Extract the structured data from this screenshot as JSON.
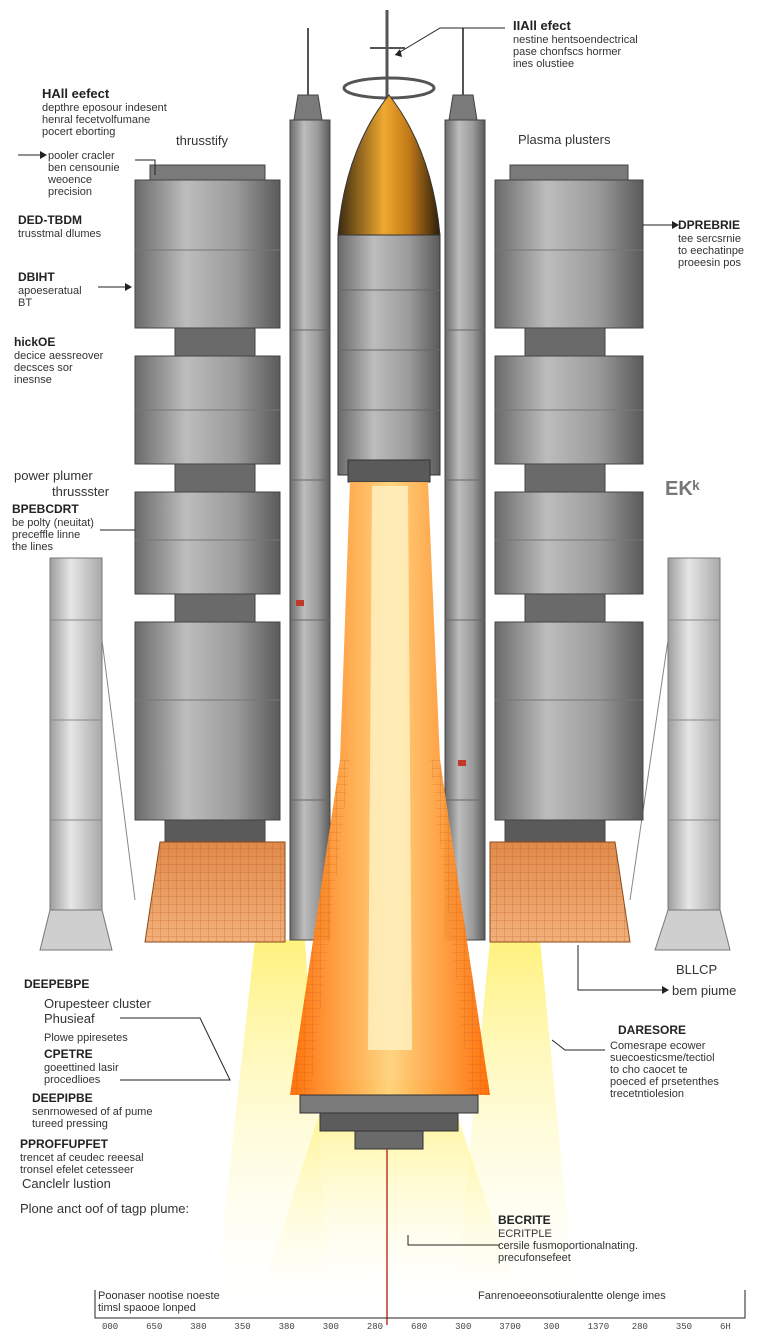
{
  "labels": {
    "top_right": {
      "title": "IIAll efect",
      "lines": [
        "nestine hentsoendectrical",
        "pase chonfscs hormer",
        "ines olustiee"
      ]
    },
    "left_1": {
      "title": "HAll eefect",
      "lines": [
        "depthre eposour indesent",
        "henral fecetvolfumane",
        "pocert eborting"
      ]
    },
    "thrusstify": "thrusstify",
    "plasma_plusters": "Plasma plusters",
    "left_2": {
      "title": "pooler cracler",
      "lines": [
        "ben censounie",
        "weoence",
        "precision"
      ]
    },
    "left_3": {
      "title": "DED-TBDM",
      "lines": [
        "trusstmal dlumes"
      ]
    },
    "left_4": {
      "title": "DBIHT",
      "lines": [
        "apoeseratual",
        "BT"
      ]
    },
    "left_5": {
      "title": "hickOE",
      "lines": [
        "decice aessreover",
        "decsces sor",
        "inesnse"
      ]
    },
    "left_6": {
      "title": "power plumer",
      "lines": [
        "thrussster"
      ]
    },
    "left_7": {
      "title": "BPEBCDRT",
      "lines": [
        "be polty (neuitat)",
        "preceffle linne",
        "the lines"
      ]
    },
    "right_1": {
      "title": "DPREBRIE",
      "lines": [
        "tee sercsrnie",
        "to eechatinpe",
        "proeesin pos"
      ]
    },
    "right_ek": "EKᵏ",
    "right_2": {
      "title": "BLLCP",
      "lines": [
        "bem piume"
      ]
    },
    "right_3": {
      "title": "DARESORE",
      "lines": [
        "Comesrape ecower",
        "suecoesticsme/tectiol",
        "to cho caocet te",
        "poeced ef prsetenthes",
        "trecetntiolesion"
      ]
    },
    "left_8": {
      "title": "DEEPEBPE",
      "lines": []
    },
    "left_9": {
      "title": "Orupesteer cluster",
      "lines": [
        "Phusieaf"
      ]
    },
    "left_10": {
      "title": "Plowe ppiresetes",
      "lines": []
    },
    "left_11": {
      "title": "CPETRE",
      "lines": [
        "goeettined lasir",
        "procedlioes"
      ]
    },
    "left_12": {
      "title": "DEEPIPBE",
      "lines": [
        "senrnowesed of af pume",
        "tureed pressing"
      ]
    },
    "left_13": {
      "title": "PPROFFUPFET",
      "lines": [
        "trencet af ceudec reeesal",
        "tronsel efelet cetesseer"
      ]
    },
    "left_14": "Canclelr lustion",
    "left_15": "Plone anct oof of tagp plume:",
    "bottom_center": {
      "title": "BECRITE",
      "lines": [
        "ECRITPLE",
        "cersile fusmoportionalnating.",
        "precufonsefeet"
      ]
    },
    "bottom_left": {
      "lines": [
        "Poonaser nootise noeste",
        "timsl spaooe lonped"
      ]
    },
    "bottom_right": {
      "lines": [
        "Fanrenoeeonsotiuralentte olenge imes"
      ]
    }
  },
  "scale_ticks": [
    "000",
    "650",
    "380",
    "350",
    "380",
    "300",
    "280",
    "680",
    "300",
    "3700",
    "300",
    "1370",
    "280",
    "350",
    "6H"
  ],
  "colors": {
    "metal": "#8f8f8f",
    "metal_dark": "#5c5c5c",
    "flame_core": "#ffb347",
    "flame": "#ff7a10",
    "glow": "#fff27a",
    "grid": "#d9783a",
    "accent_red": "#c0392b"
  }
}
